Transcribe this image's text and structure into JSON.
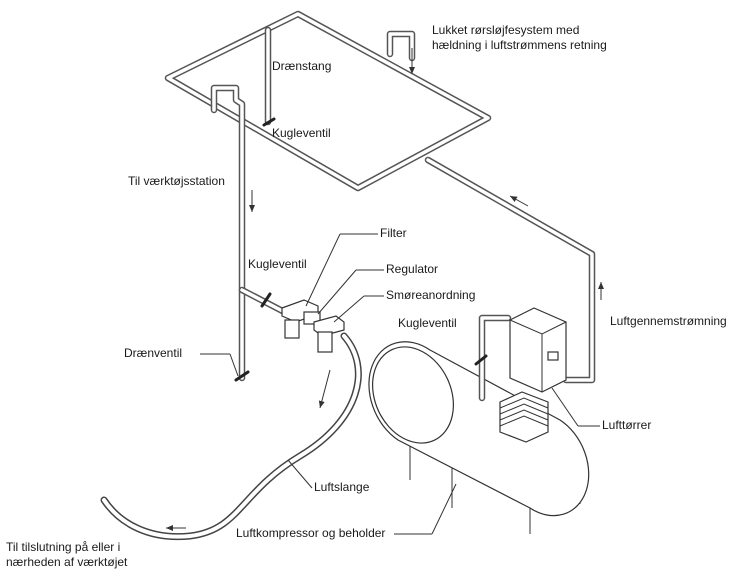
{
  "labels": {
    "closed_loop": [
      "Lukket rørsløjfesystem med",
      "hældning i luftstrømmens retning"
    ],
    "drain_leg": "Drænstang",
    "ball_valve_top": "Kugleventil",
    "to_tool_station": "Til værktøjsstation",
    "filter": "Filter",
    "ball_valve_mid": "Kugleventil",
    "regulator": "Regulator",
    "lubricator": "Smøreanordning",
    "ball_valve_right": "Kugleventil",
    "airflow": "Luftgennemstrømning",
    "drain_valve": "Drænventil",
    "air_dryer": "Lufttørrer",
    "air_hose": "Luftslange",
    "compressor": "Luftkompressor og beholder",
    "tool_connection": [
      "Til tilslutning på eller i",
      "nærheden af værktøjet"
    ]
  },
  "colors": {
    "line": "#333333",
    "pipe": "#555555",
    "text": "#1a1a1a",
    "background": "#ffffff"
  }
}
